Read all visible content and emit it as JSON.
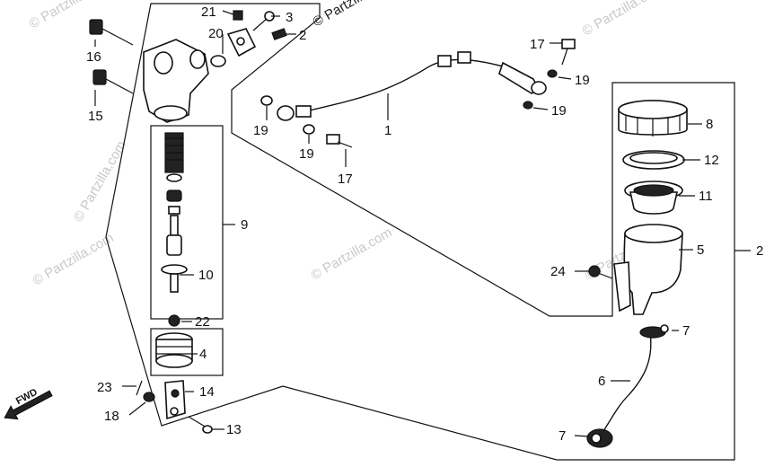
{
  "watermark": "© Partzilla.com",
  "fwd_label": "FWD",
  "callouts": {
    "c21": "21",
    "c3": "3",
    "c20": "20",
    "c2a": "2",
    "c16": "16",
    "c15": "15",
    "c17a": "17",
    "c19a": "19",
    "c19b": "19",
    "c19c": "19",
    "c19d": "19",
    "c1": "1",
    "c17b": "17",
    "c8": "8",
    "c12": "12",
    "c11": "11",
    "c9": "9",
    "c5": "5",
    "c2b": "2",
    "c24": "24",
    "c10": "10",
    "c22": "22",
    "c7a": "7",
    "c4": "4",
    "c6": "6",
    "c23": "23",
    "c14": "14",
    "c18": "18",
    "c13": "13",
    "c7b": "7"
  }
}
